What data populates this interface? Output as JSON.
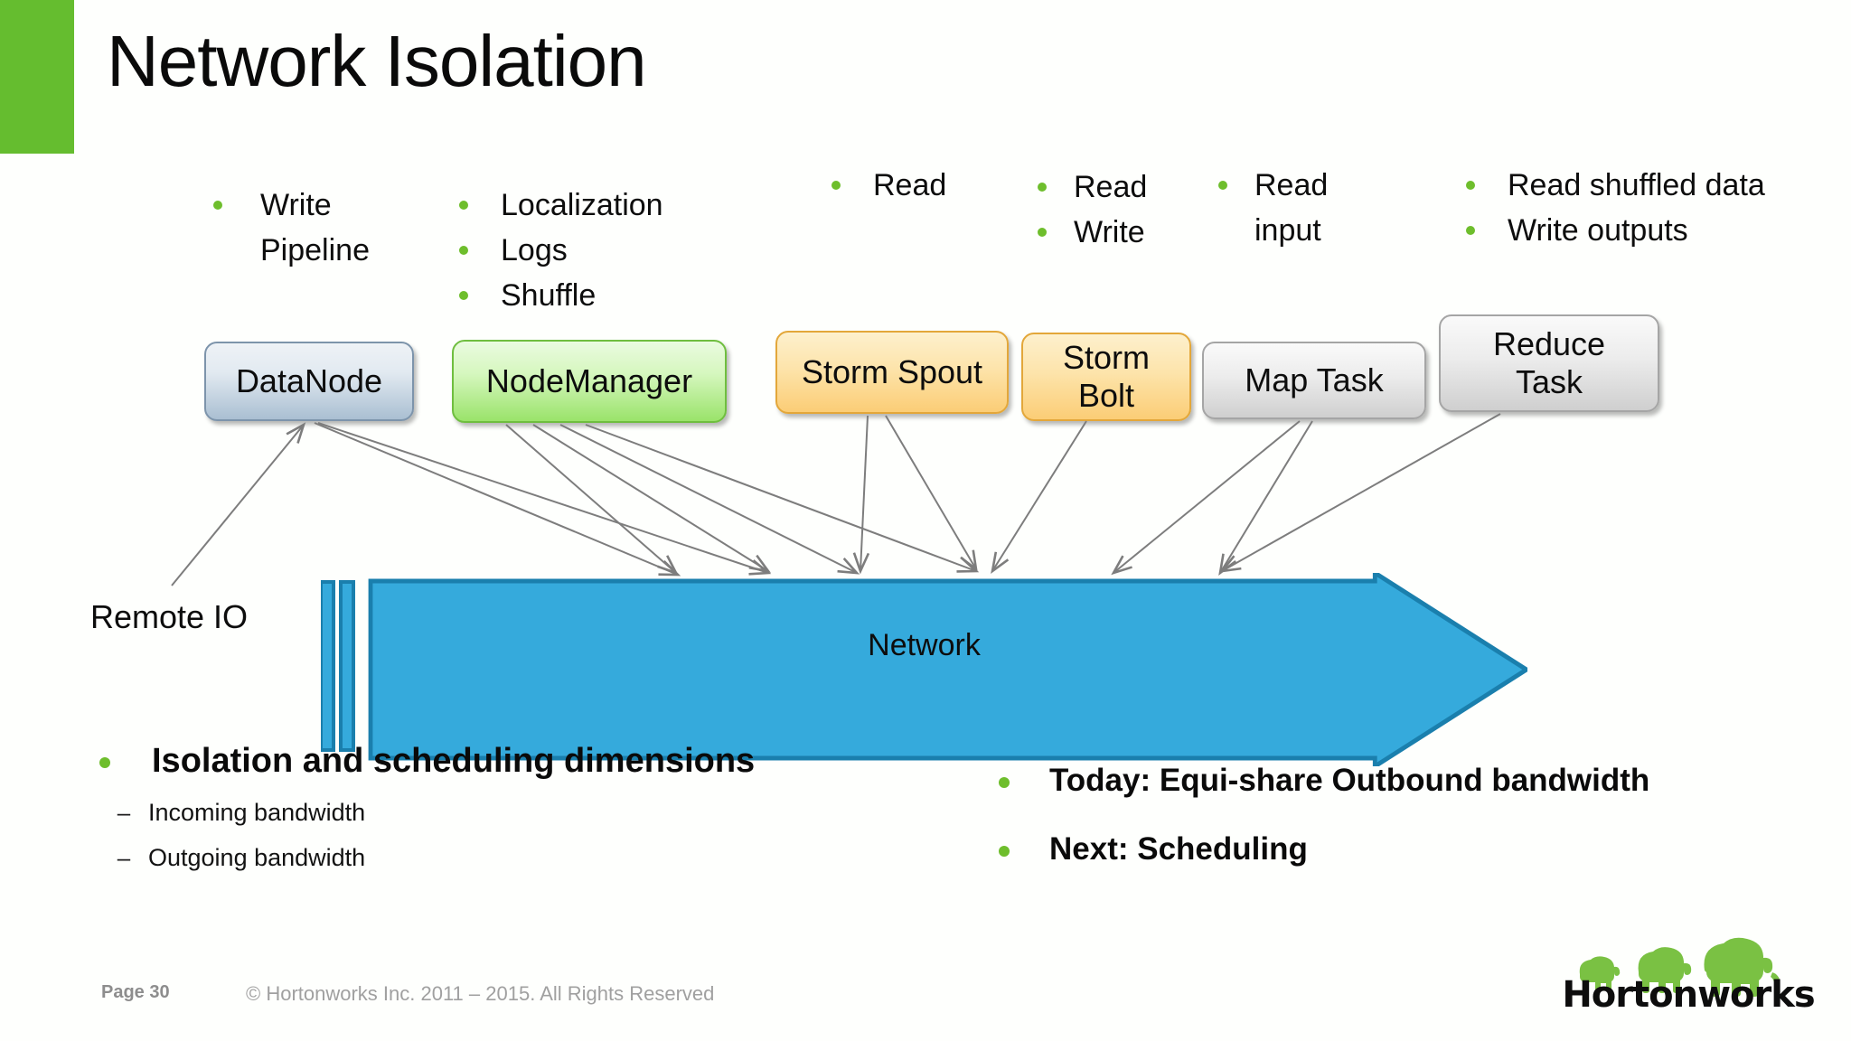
{
  "slide": {
    "title": "Network Isolation",
    "accent_color": "#65bd2f",
    "bullet_color": "#6ebe2c"
  },
  "top_groups": [
    {
      "id": "datanode",
      "lines": [
        "Write",
        "Pipeline"
      ]
    },
    {
      "id": "nodemanager",
      "lines": [
        "Localization",
        "Logs",
        "Shuffle"
      ]
    },
    {
      "id": "storm-spout",
      "lines": [
        "Read"
      ]
    },
    {
      "id": "storm-bolt",
      "lines": [
        "Read",
        "Write"
      ]
    },
    {
      "id": "map-task",
      "lines": [
        "Read",
        "input"
      ]
    },
    {
      "id": "reduce-task",
      "lines": [
        "Read shuffled data",
        "Write outputs"
      ]
    }
  ],
  "nodes": [
    {
      "id": "datanode",
      "label": "DataNode",
      "color": "#aabfd2"
    },
    {
      "id": "nodemanager",
      "label": "NodeManager",
      "color": "#9ae36a"
    },
    {
      "id": "storm-spout",
      "label": "Storm Spout",
      "color": "#fbcd76"
    },
    {
      "id": "storm-bolt",
      "label": "Storm Bolt",
      "color": "#fbcd76"
    },
    {
      "id": "map-task",
      "label": "Map Task",
      "color": "#cfcfcf"
    },
    {
      "id": "reduce-task",
      "label": "Reduce Task",
      "color": "#cfcfcf"
    }
  ],
  "node_labels": {
    "datanode": "DataNode",
    "nodemanager": "NodeManager",
    "storm_spout": "Storm Spout",
    "storm_bolt_l1": "Storm",
    "storm_bolt_l2": "Bolt",
    "map_task": "Map Task",
    "reduce_task_l1": "Reduce",
    "reduce_task_l2": "Task"
  },
  "network": {
    "label": "Network",
    "remote_io_label": "Remote IO",
    "fill_color": "#35aadc",
    "stroke_color": "#1a7fad"
  },
  "bottom_left": {
    "heading": "Isolation and scheduling dimensions",
    "dash": "–",
    "sub_items": [
      "Incoming bandwidth",
      "Outgoing bandwidth"
    ]
  },
  "bottom_right": {
    "items": [
      "Today: Equi-share Outbound bandwidth",
      "Next: Scheduling"
    ]
  },
  "footer": {
    "page": "Page 30",
    "copyright": "© Hortonworks Inc. 2011 – 2015. All Rights Reserved",
    "logo_word": "Hortonworks"
  }
}
